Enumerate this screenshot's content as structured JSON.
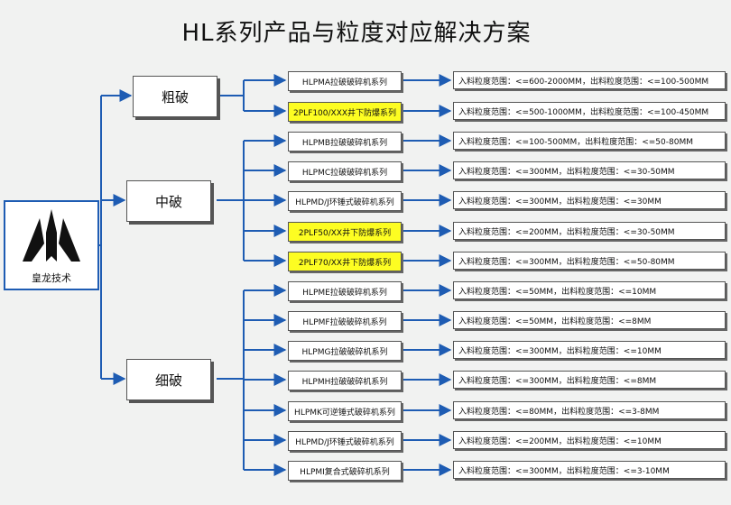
{
  "title": "HL系列产品与粒度对应解决方案",
  "logo": {
    "caption": "皇龙技术"
  },
  "categories": [
    {
      "label": "粗破"
    },
    {
      "label": "中破"
    },
    {
      "label": "细破"
    }
  ],
  "products": [
    {
      "name": "HLPMA拉破破碎机系列",
      "highlight": false,
      "spec": "入料粒度范围：<=600-2000MM，出料粒度范围：<=100-500MM"
    },
    {
      "name": "2PLF100/XXX井下防爆系列",
      "highlight": true,
      "spec": "入料粒度范围：<=500-1000MM，出料粒度范围：<=100-450MM"
    },
    {
      "name": "HLPMB拉破破碎机系列",
      "highlight": false,
      "spec": "入料粒度范围：<=100-500MM，出料粒度范围：<=50-80MM"
    },
    {
      "name": "HLPMC拉破破碎机系列",
      "highlight": false,
      "spec": "入料粒度范围：<=300MM，出料粒度范围：<=30-50MM"
    },
    {
      "name": "HLPMD/J环锤式破碎机系列",
      "highlight": false,
      "spec": "入料粒度范围：<=300MM，出料粒度范围：<=30MM"
    },
    {
      "name": "2PLF50/XX井下防爆系列",
      "highlight": true,
      "spec": "入料粒度范围：<=200MM，出料粒度范围：<=30-50MM"
    },
    {
      "name": "2PLF70/XX井下防爆系列",
      "highlight": true,
      "spec": "入料粒度范围：<=300MM，出料粒度范围：<=50-80MM"
    },
    {
      "name": "HLPME拉破破碎机系列",
      "highlight": false,
      "spec": "入料粒度范围：<=50MM，出料粒度范围：<=10MM"
    },
    {
      "name": "HLPMF拉破破碎机系列",
      "highlight": false,
      "spec": "入料粒度范围：<=50MM，出料粒度范围：<=8MM"
    },
    {
      "name": "HLPMG拉破破碎机系列",
      "highlight": false,
      "spec": "入料粒度范围：<=300MM，出料粒度范围：<=10MM"
    },
    {
      "name": "HLPMH拉破破碎机系列",
      "highlight": false,
      "spec": "入料粒度范围：<=300MM，出料粒度范围：<=8MM"
    },
    {
      "name": "HLPMK可逆锤式破碎机系列",
      "highlight": false,
      "spec": "入料粒度范围：<=80MM，出料粒度范围：<=3-8MM"
    },
    {
      "name": "HLPMD/J环锤式破碎机系列",
      "highlight": false,
      "spec": "入料粒度范围：<=200MM，出料粒度范围：<=10MM"
    },
    {
      "name": "HLPMI复合式破碎机系列",
      "highlight": false,
      "spec": "入料粒度范围：<=300MM，出料粒度范围：<=3-10MM"
    }
  ],
  "colors": {
    "connector": "#1e5cb3",
    "highlight": "#fdfd22"
  }
}
